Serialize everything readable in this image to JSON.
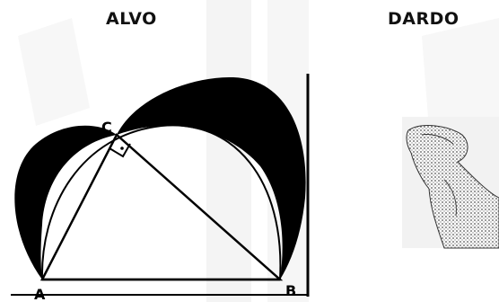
{
  "titles": {
    "target": "ALVO",
    "dart": "DARDO"
  },
  "diagram": {
    "points": {
      "a": "A",
      "b": "B",
      "c": "C"
    },
    "right_angle_marker": "·"
  },
  "colors": {
    "ink": "#000000",
    "background": "#ffffff",
    "watermark": "#f3f3f3"
  },
  "icons": {
    "dart_image": "hand-holding-dart"
  }
}
